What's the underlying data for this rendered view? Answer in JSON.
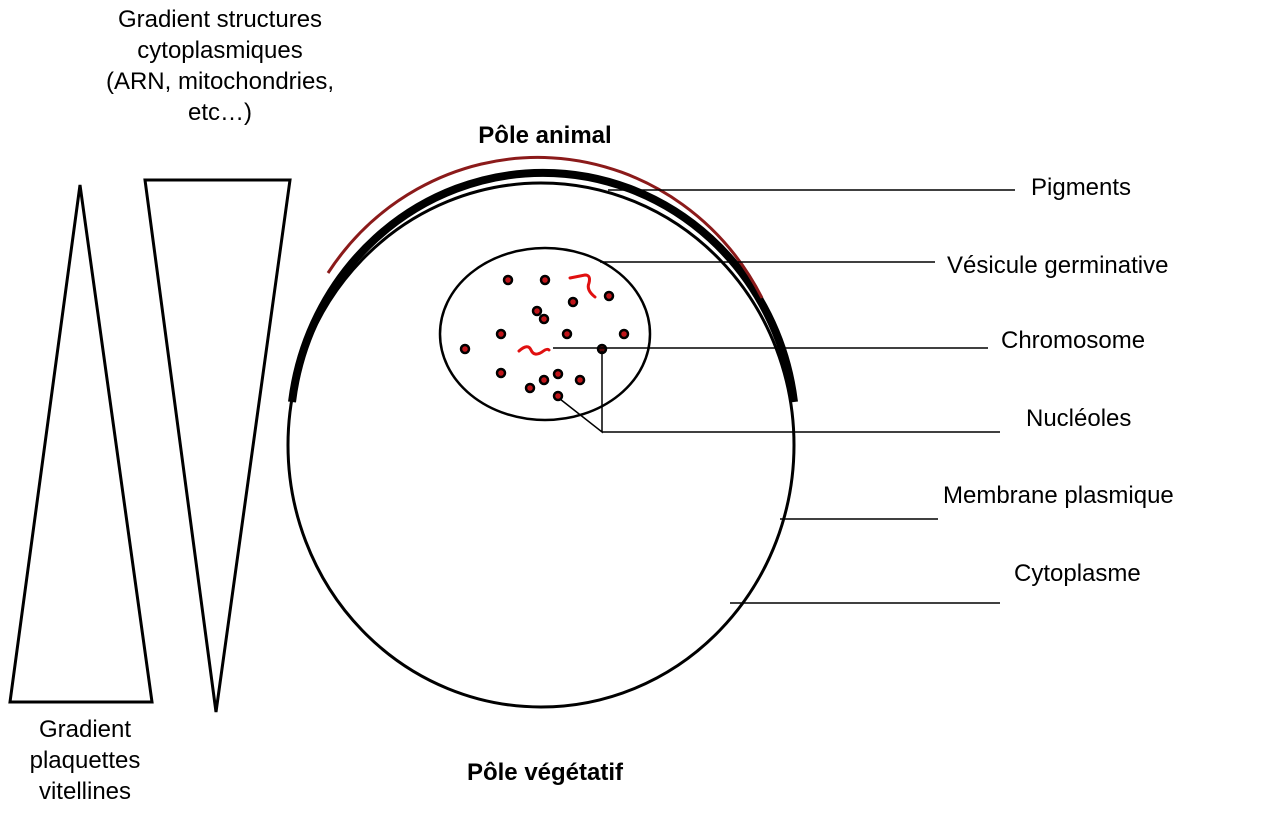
{
  "gradients": {
    "cytoplasmic": "Gradient structures\ncytoplasmiques\n(ARN, mitochondries,\netc…)",
    "yolk": "Gradient\nplaquettes\nvitellines"
  },
  "poles": {
    "animal": "Pôle animal",
    "vegetal": "Pôle végétatif"
  },
  "labels": {
    "pigments": "Pigments",
    "germinal_vesicle": "Vésicule germinative",
    "chromosome": "Chromosome",
    "nucleoli": "Nucléoles",
    "plasma_membrane": "Membrane plasmique",
    "cytoplasm": "Cytoplasme"
  },
  "colors": {
    "pigment": "#8b1a1a",
    "chromosome": "#e01010",
    "nucleolus_fill": "#c0151a",
    "outline": "#000000"
  }
}
